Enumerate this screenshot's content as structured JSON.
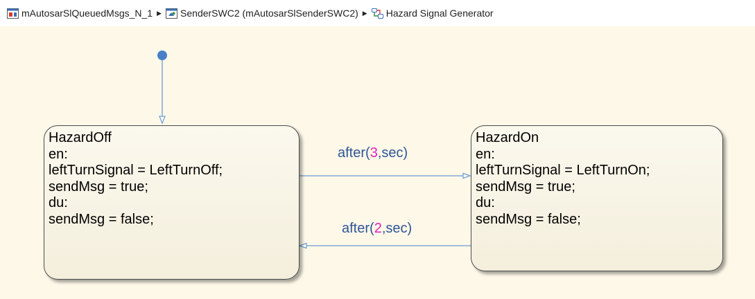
{
  "breadcrumb": {
    "items": [
      {
        "label": "mAutosarSlQueuedMsgs_N_1",
        "icon": "model-icon"
      },
      {
        "label": "SenderSWC2 (mAutosarSlSenderSWC2)",
        "icon": "model-reference-icon"
      },
      {
        "label": "Hazard Signal Generator",
        "icon": "chart-icon"
      }
    ],
    "separator": "▶"
  },
  "states": [
    {
      "name": "HazardOff",
      "lines": [
        "en:",
        "leftTurnSignal = LeftTurnOff;",
        "sendMsg = true;",
        "du:",
        "sendMsg = false;"
      ]
    },
    {
      "name": "HazardOn",
      "lines": [
        "en:",
        "leftTurnSignal = LeftTurnOn;",
        "sendMsg = true;",
        "du:",
        "sendMsg = false;"
      ]
    }
  ],
  "transitions": [
    {
      "prefix": "after(",
      "num": "3",
      "suffix": ",sec)",
      "from": "HazardOff",
      "to": "HazardOn"
    },
    {
      "prefix": "after(",
      "num": "2",
      "suffix": ",sec)",
      "from": "HazardOn",
      "to": "HazardOff"
    }
  ],
  "colors": {
    "canvas": "#fdf8e8",
    "transition": "#6b9bd1",
    "label": "#2f5597",
    "number": "#e020c0"
  }
}
